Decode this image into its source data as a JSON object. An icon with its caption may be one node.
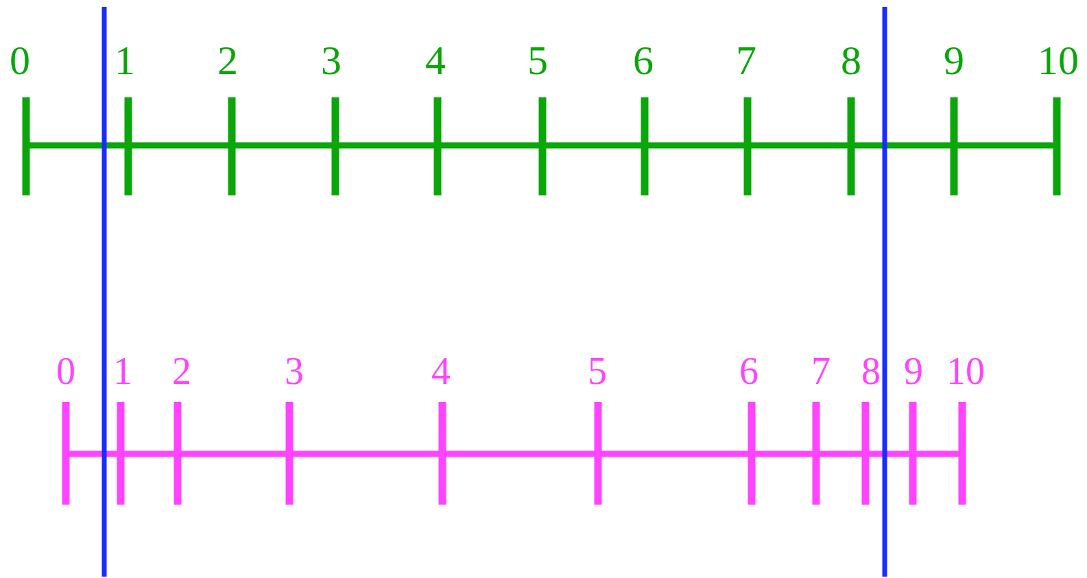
{
  "diagram": {
    "labels": [
      "0",
      "1",
      "2",
      "3",
      "4",
      "5",
      "6",
      "7",
      "8",
      "9",
      "10",
      "0",
      "1",
      "2",
      "3",
      "4",
      "5",
      "6",
      "7",
      "8",
      "9",
      "10"
    ]
  }
}
